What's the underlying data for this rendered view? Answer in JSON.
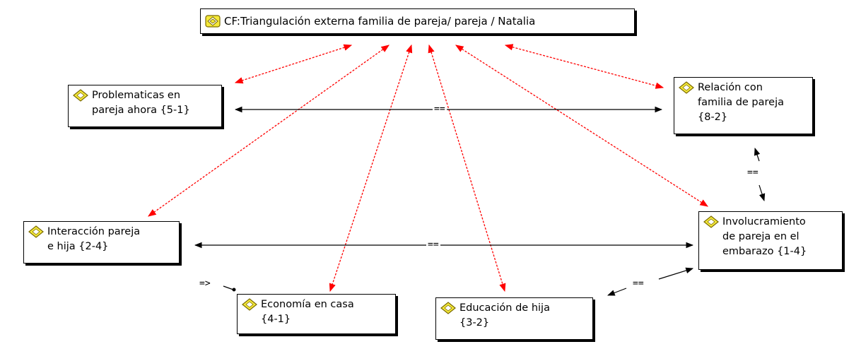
{
  "nodes": {
    "root": "CF:Triangulación externa familia de pareja/ pareja / Natalia",
    "problematicas": "Problematicas en\npareja ahora {5-1}",
    "relacion": "Relación con\nfamilia de pareja\n{8-2}",
    "interaccion": "Interacción pareja\ne hija {2-4}",
    "involucramiento": "Involucramiento\nde pareja en el\nembarazo {1-4}",
    "economia": "Economía en casa\n{4-1}",
    "educacion": "Educación de hija\n{3-2}"
  },
  "edge_labels": {
    "prob_rel": "==",
    "rel_inv": "==",
    "inter_inv": "==",
    "inv_edu": "==",
    "inter_eco": "=>"
  },
  "colors": {
    "red_edge": "#ff0000",
    "black_edge": "#000000",
    "icon_fill": "#f5e93a",
    "icon_border": "#7a6a00"
  },
  "icons": {
    "code_node": "code-diamond-icon"
  }
}
